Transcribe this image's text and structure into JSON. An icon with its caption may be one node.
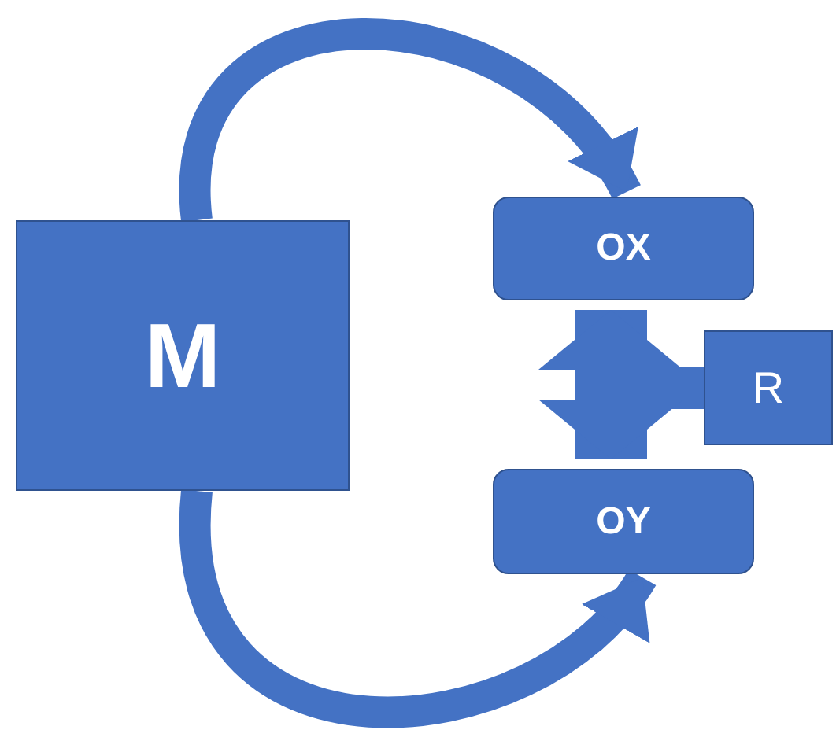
{
  "diagram": {
    "nodes": [
      {
        "text": [
          "M"
        ]
      },
      {
        "text": [
          "OX"
        ]
      },
      {
        "text": [
          "R"
        ]
      },
      {
        "text": [
          "OY"
        ]
      }
    ],
    "edges": [
      {
        "from": 0,
        "to": 1,
        "arrow": "to"
      },
      {
        "from": 0,
        "to": 3,
        "arrow": "to"
      },
      {
        "from": 1,
        "to": 3,
        "arrow": "both",
        "style": "thick"
      }
    ]
  }
}
